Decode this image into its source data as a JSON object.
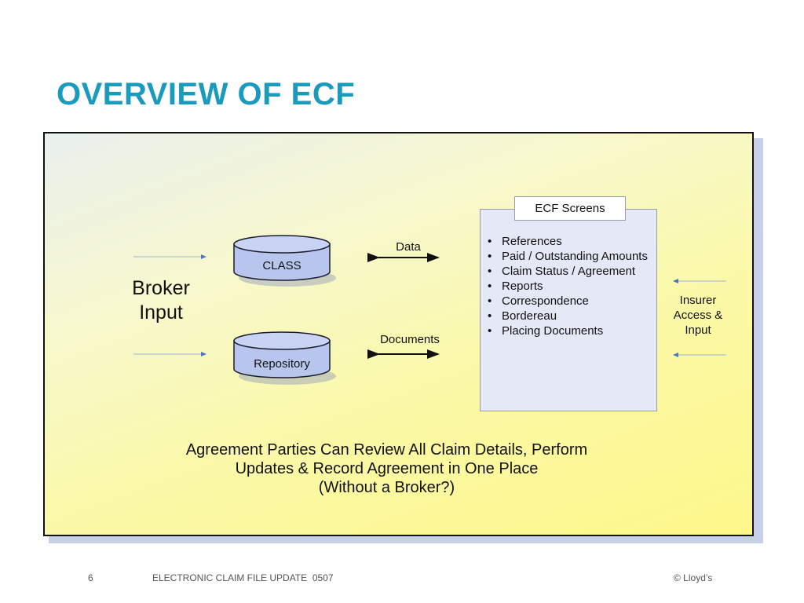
{
  "slide": {
    "title": "OVERVIEW OF ECF"
  },
  "diagram": {
    "broker_label": [
      "Broker",
      "Input"
    ],
    "insurer_label": [
      "Insurer",
      "Access &",
      "Input"
    ],
    "class_label": "CLASS",
    "repository_label": "Repository",
    "data_label": "Data",
    "documents_label": "Documents",
    "ecf_screens": {
      "title": "ECF Screens",
      "items": [
        "References",
        "Paid / Outstanding Amounts",
        "Claim Status / Agreement",
        "Reports",
        "Correspondence",
        "Bordereau",
        "Placing Documents"
      ]
    },
    "summary": [
      "Agreement Parties Can Review All Claim Details, Perform",
      "Updates & Record Agreement in One Place",
      "(Without a Broker?)"
    ]
  },
  "footer": {
    "page_number": "6",
    "title": "ELECTRONIC CLAIM FILE UPDATE  0507",
    "copyright": "© Lloyd’s"
  },
  "colors": {
    "title": "#1a9bbd",
    "cylinder_fill": "#b8c6ee",
    "cylinder_top": "#c9d4f4",
    "panel_fill_end": "#fdf78a",
    "arrow_blue": "#4a74c4"
  }
}
